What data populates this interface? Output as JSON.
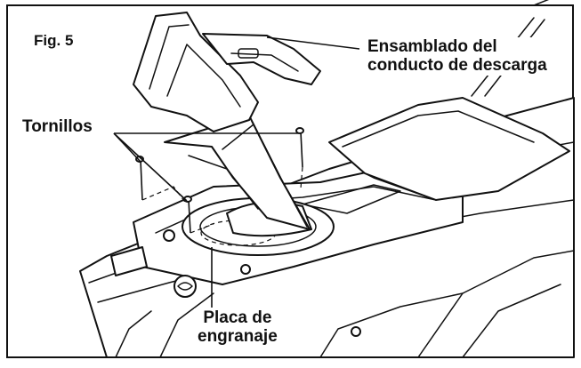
{
  "figure": {
    "number_label": "Fig. 5",
    "callouts": {
      "chute_assembly_line1": "Ensamblado del",
      "chute_assembly_line2": "conducto de descarga",
      "screws": "Tornillos",
      "gear_plate_line1": "Placa de",
      "gear_plate_line2": "engranaje"
    }
  }
}
